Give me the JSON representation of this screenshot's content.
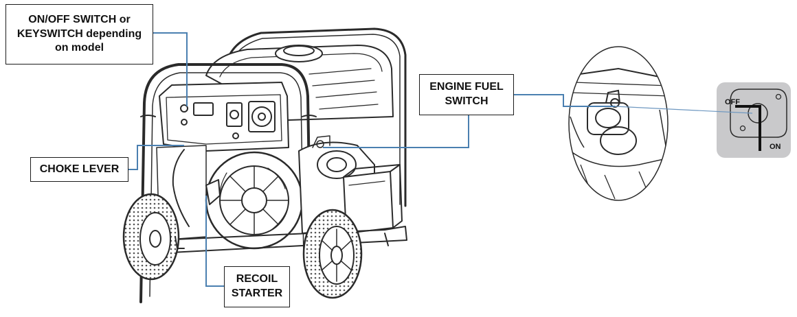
{
  "callouts": {
    "onoff_switch": "ON/OFF SWITCH or\nKEYSWITCH depending\non model",
    "engine_fuel_switch": "ENGINE FUEL\nSWITCH",
    "choke_lever": "CHOKE LEVER",
    "recoil_starter": "RECOIL\nSTARTER"
  },
  "fuel_valve": {
    "off_label": "OFF",
    "on_label": "ON"
  },
  "colors": {
    "leader_line": "#4a7fb0",
    "line_art": "#2a2a2a",
    "valve_panel": "#c9c9cb"
  }
}
